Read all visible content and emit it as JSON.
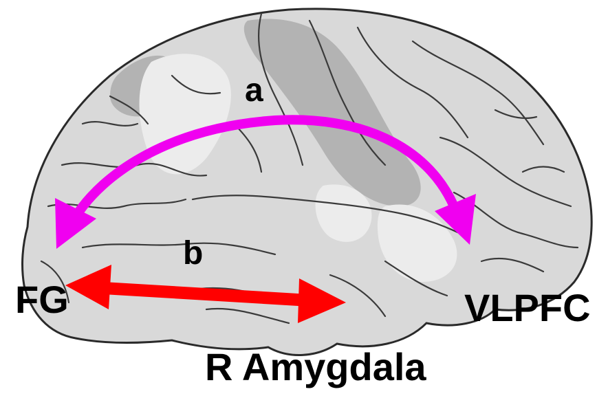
{
  "labels": {
    "arrow_a": "a",
    "arrow_b": "b",
    "fg": "FG",
    "vlpfc": "VLPFC",
    "r_amygdala": "R Amygdala"
  },
  "colors": {
    "arrow_a": "#f000f0",
    "arrow_b": "#ff0000",
    "brain_fill": "#d9d9d9",
    "brain_dark_region": "#b3b3b3",
    "brain_light_region": "#ececec",
    "sulci": "#3a3a3a",
    "label_text": "#000000"
  }
}
